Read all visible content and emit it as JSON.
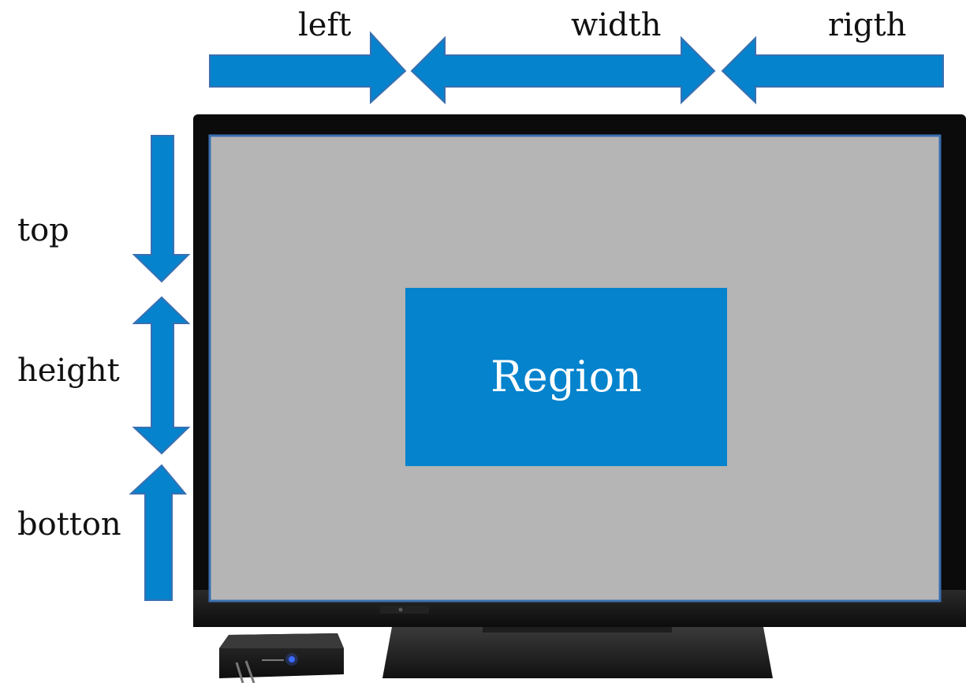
{
  "labels": {
    "left": "left",
    "width": "width",
    "right": "rigth",
    "top": "top",
    "height": "height",
    "bottom": "botton"
  },
  "region": {
    "label": "Region"
  },
  "colors": {
    "arrow": "#0583CD",
    "arrow_outline": "#3A6FB0",
    "screen": "#B5B5B5",
    "tv_bezel": "#0B0B0B",
    "region": "#0583CD"
  },
  "icons": [
    "tv-icon",
    "set-top-box-icon",
    "arrow-right-icon",
    "arrow-left-icon",
    "arrow-down-icon",
    "arrow-up-icon",
    "double-arrow-horizontal-icon",
    "double-arrow-vertical-icon"
  ]
}
